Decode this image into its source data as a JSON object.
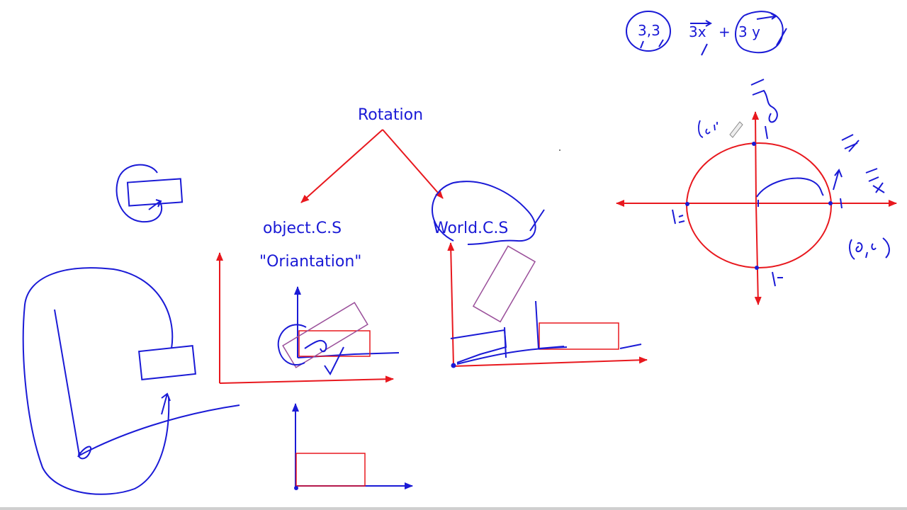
{
  "labels": {
    "rotation": "Rotation",
    "object_cs": "object.C.S",
    "orientation": "\"Oriantation\"",
    "world_cs": "World.C.S"
  },
  "handwriting": {
    "point_label": "3,3",
    "vector_expr_x": "3x",
    "plus": "+",
    "vector_expr_y": "3 y"
  },
  "colors": {
    "ink_blue": "#1a1ad6",
    "axis_red": "#e8181e",
    "rect_purple": "#9a4f9a",
    "background": "#ffffff"
  }
}
